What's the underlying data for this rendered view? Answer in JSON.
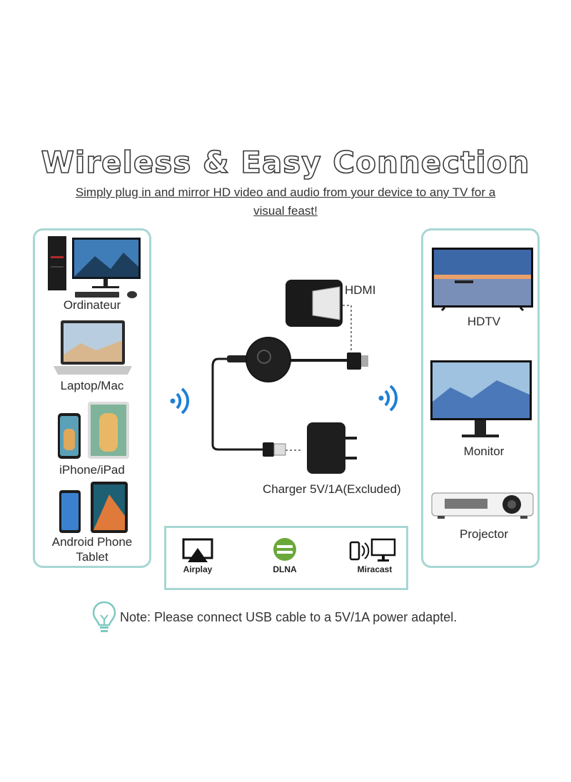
{
  "title": "Wireless & Easy Connection",
  "subtitle": "Simply plug in and mirror HD video and audio from your device to any TV for a visual feast!",
  "sources": [
    {
      "label": "Ordinateur",
      "icon": "desktop-computer-icon"
    },
    {
      "label": "Laptop/Mac",
      "icon": "laptop-icon"
    },
    {
      "label": "iPhone/iPad",
      "icon": "iphone-ipad-icon"
    },
    {
      "label": "Android Phone\nTablet",
      "icon": "android-phone-tablet-icon"
    }
  ],
  "targets": [
    {
      "label": "HDTV",
      "icon": "hdtv-icon"
    },
    {
      "label": "Monitor",
      "icon": "monitor-icon"
    },
    {
      "label": "Projector",
      "icon": "projector-icon"
    }
  ],
  "dongle": {
    "hdmi_label": "HDMI",
    "charger_label": "Charger 5V/1A(Excluded)"
  },
  "protocols": [
    {
      "label": "Airplay",
      "icon": "airplay-icon"
    },
    {
      "label": "DLNA",
      "icon": "dlna-icon"
    },
    {
      "label": "Miracast",
      "icon": "miracast-icon"
    }
  ],
  "note": "Note: Please connect USB cable to a 5V/1A power adaptel.",
  "colors": {
    "panel_border": "#a7d7d3",
    "wifi": "#1f7fd6",
    "dlna": "#6aa83a"
  }
}
